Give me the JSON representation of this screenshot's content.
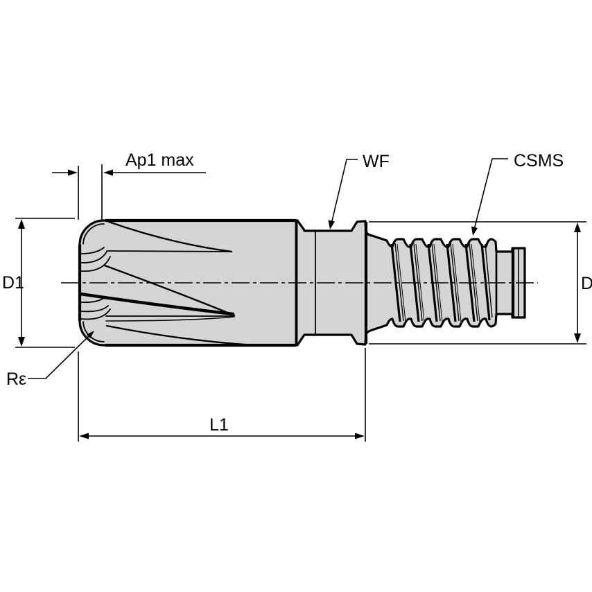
{
  "drawing": {
    "type": "technical-drawing",
    "subject": "end-mill-with-threaded-modular-shank",
    "labels": {
      "ap1_max": "Ap1 max",
      "wf": "WF",
      "csms": "CSMS",
      "d1": "D1",
      "d": "D",
      "corner_radius": "Rε",
      "l1": "L1"
    },
    "colors": {
      "background": "#ffffff",
      "line": "#000000",
      "body_fill": "#d5d5d5"
    }
  }
}
